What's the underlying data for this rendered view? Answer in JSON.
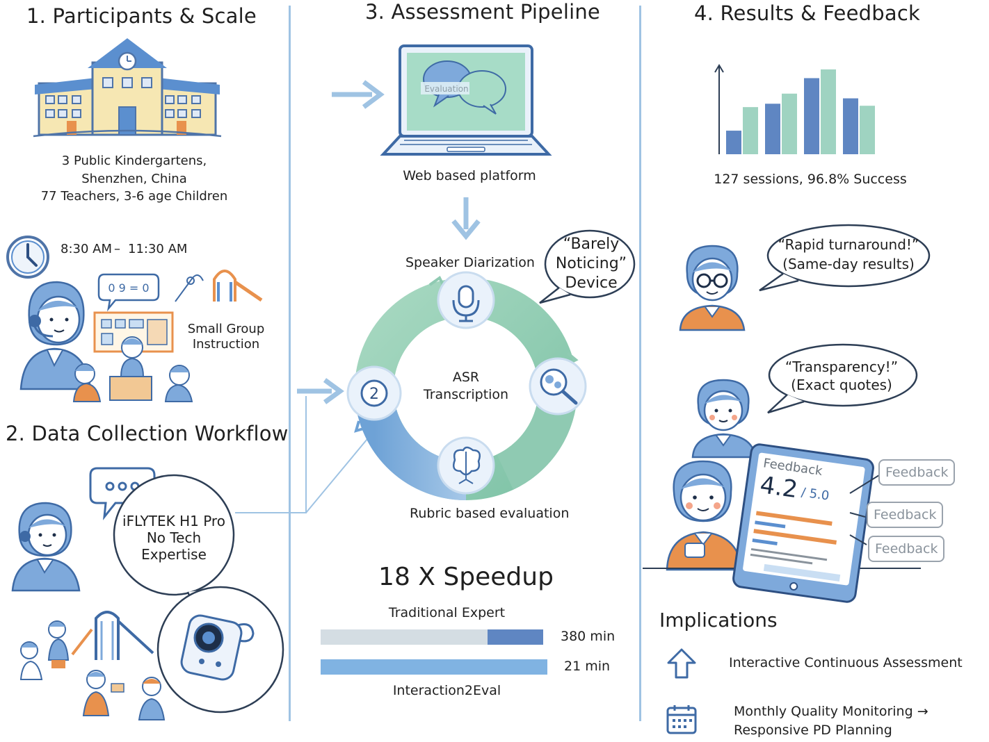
{
  "sections": {
    "participants": {
      "title": "1. Participants & Scale",
      "description_lines": [
        "3 Public Kindergartens,",
        "Shenzhen, China",
        "77 Teachers, 3-6 age Children"
      ],
      "time_start": "8:30 AM",
      "time_dash": "–",
      "time_end": "11:30 AM",
      "small_group_lines": [
        "Small Group",
        "Instruction"
      ],
      "speech_digits": "0 9 = 0"
    },
    "data_collection": {
      "title": "2. Data Collection Workflow",
      "device_lines": [
        "iFLYTEK H1 Pro",
        "No Tech",
        "Expertise"
      ]
    },
    "pipeline": {
      "title": "3. Assessment Pipeline",
      "laptop_screen_label": "Evaluation",
      "platform_label": "Web based platform",
      "speaker_label": "Speaker Diarization",
      "device_quote_lines": [
        "“Barely",
        "Noticing”",
        "Device"
      ],
      "asr_lines": [
        "ASR",
        "Transcription"
      ],
      "rubric_label": "Rubric based evaluation",
      "speedup_title": "18 X Speedup",
      "traditional_label": "Traditional Expert",
      "traditional_time": "380 min",
      "tool_time": "21 min",
      "tool_label": "Interaction2Eval"
    },
    "results": {
      "title": "4. Results & Feedback",
      "stats": "127 sessions, 96.8% Success",
      "quote1_lines": [
        "“Rapid turnaround!”",
        "(Same-day results)"
      ],
      "quote2_lines": [
        "“Transparency!”",
        "(Exact quotes)"
      ],
      "tablet_header": "Feedback",
      "score": "4.2",
      "score_max": "/ 5.0",
      "feedback_boxes": [
        "Feedback",
        "Feedback",
        "Feedback"
      ]
    },
    "implications": {
      "title": "Implications",
      "item1": "Interactive Continuous Assessment",
      "item2_lines": [
        "Monthly Quality Monitoring →",
        "Responsive PD Planning"
      ]
    }
  },
  "chart_data": {
    "type": "bar",
    "title": "",
    "xlabel": "",
    "ylabel": "",
    "ylim": [
      0,
      130
    ],
    "categories": [
      "1",
      "2",
      "3",
      "4"
    ],
    "series": [
      {
        "values": [
          35,
          75,
          113,
          83
        ]
      },
      {
        "values": [
          70,
          90,
          126,
          72
        ]
      }
    ]
  },
  "colors": {
    "accent_blue": "#5b8fcf",
    "bar_dark": "#5f86c2",
    "bar_light": "#9fd3c1",
    "cycle_green": "#8fcab2",
    "cycle_blue": "#7aaad6",
    "divider": "#9fc3e3",
    "orange": "#e8914d"
  },
  "icons": [
    "school-icon",
    "clock-icon",
    "teacher-icon",
    "headset-icon",
    "children-icon",
    "playground-icon",
    "recorder-icon",
    "laptop-icon",
    "arrow-icon",
    "microphone-icon",
    "magnifier-icon",
    "brain-icon",
    "tablet-icon",
    "up-arrow-icon",
    "calendar-icon"
  ]
}
